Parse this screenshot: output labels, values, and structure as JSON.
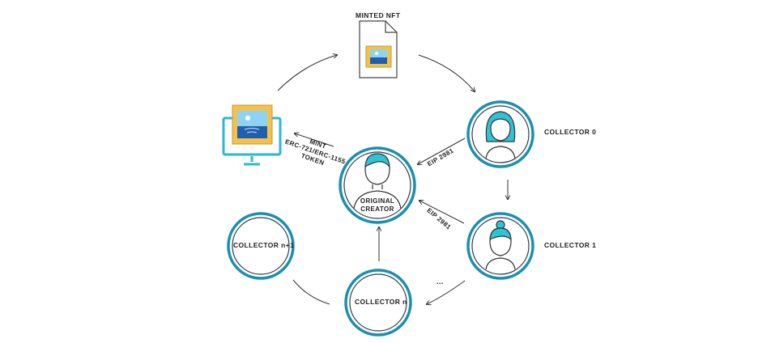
{
  "diagram": {
    "top_label": "MINTED NFT",
    "mint_label_lines": [
      "MINT",
      "ERC-721/ERC-1155",
      "TOKEN"
    ],
    "center_node": {
      "label_lines": [
        "ORIGINAL",
        "CREATOR"
      ]
    },
    "collectors": {
      "c0": "COLLECTOR 0",
      "c1": "COLLECTOR 1",
      "cn": "COLLECTOR n",
      "cn1": "COLLECTOR n+1"
    },
    "edge_labels": {
      "eip_upper": "EIP 2981",
      "eip_lower": "EIP 2981",
      "ellipsis": "..."
    },
    "colors": {
      "circle_stroke": "#1a8fb0",
      "circle_inner": "#2c3e50",
      "hair": "#2ec4d8",
      "frame": "#f2c14e",
      "sky": "#8fd3f4",
      "sea": "#1f5fae",
      "monitor_blue": "#2bb8d6"
    }
  }
}
